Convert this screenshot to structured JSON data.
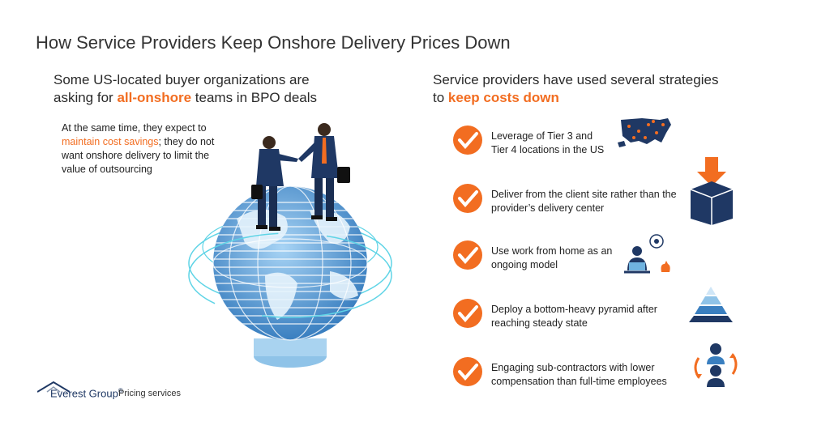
{
  "title": "How Service Providers Keep Onshore Delivery Prices Down",
  "left": {
    "heading_line1": "Some US-located buyer organizations are",
    "heading_line2_pre": "asking for ",
    "heading_line2_accent": "all-onshore",
    "heading_line2_post": " teams in BPO deals",
    "sub_line1": "At the same time, they expect to",
    "sub_accent": "maintain cost savings",
    "sub_rest": "; they do not want onshore delivery to limit the value of outsourcing"
  },
  "right": {
    "heading_line1": "Service providers have used several strategies",
    "heading_line2_pre": "to ",
    "heading_line2_accent": "keep costs down",
    "items": [
      {
        "line1": "Leverage of Tier 3 and",
        "line2": "Tier 4 locations in the US",
        "icon": "us-map-icon"
      },
      {
        "line1": "Deliver from the client site rather than the",
        "line2": "provider’s delivery center",
        "icon": "delivery-box-icon"
      },
      {
        "line1": "Use work from home as an",
        "line2": "ongoing model",
        "icon": "work-from-home-icon"
      },
      {
        "line1": "Deploy a bottom-heavy pyramid after",
        "line2": "reaching steady state",
        "icon": "pyramid-icon"
      },
      {
        "line1": "Engaging sub-contractors with lower",
        "line2": "compensation than full-time employees",
        "icon": "sub-contractor-icon"
      }
    ]
  },
  "logo": {
    "name": "Everest Group",
    "mark": "®",
    "tagline": "Pricing services"
  },
  "colors": {
    "accent": "#f26d21",
    "navy": "#1f3864",
    "globe": "#4a8fcf"
  }
}
